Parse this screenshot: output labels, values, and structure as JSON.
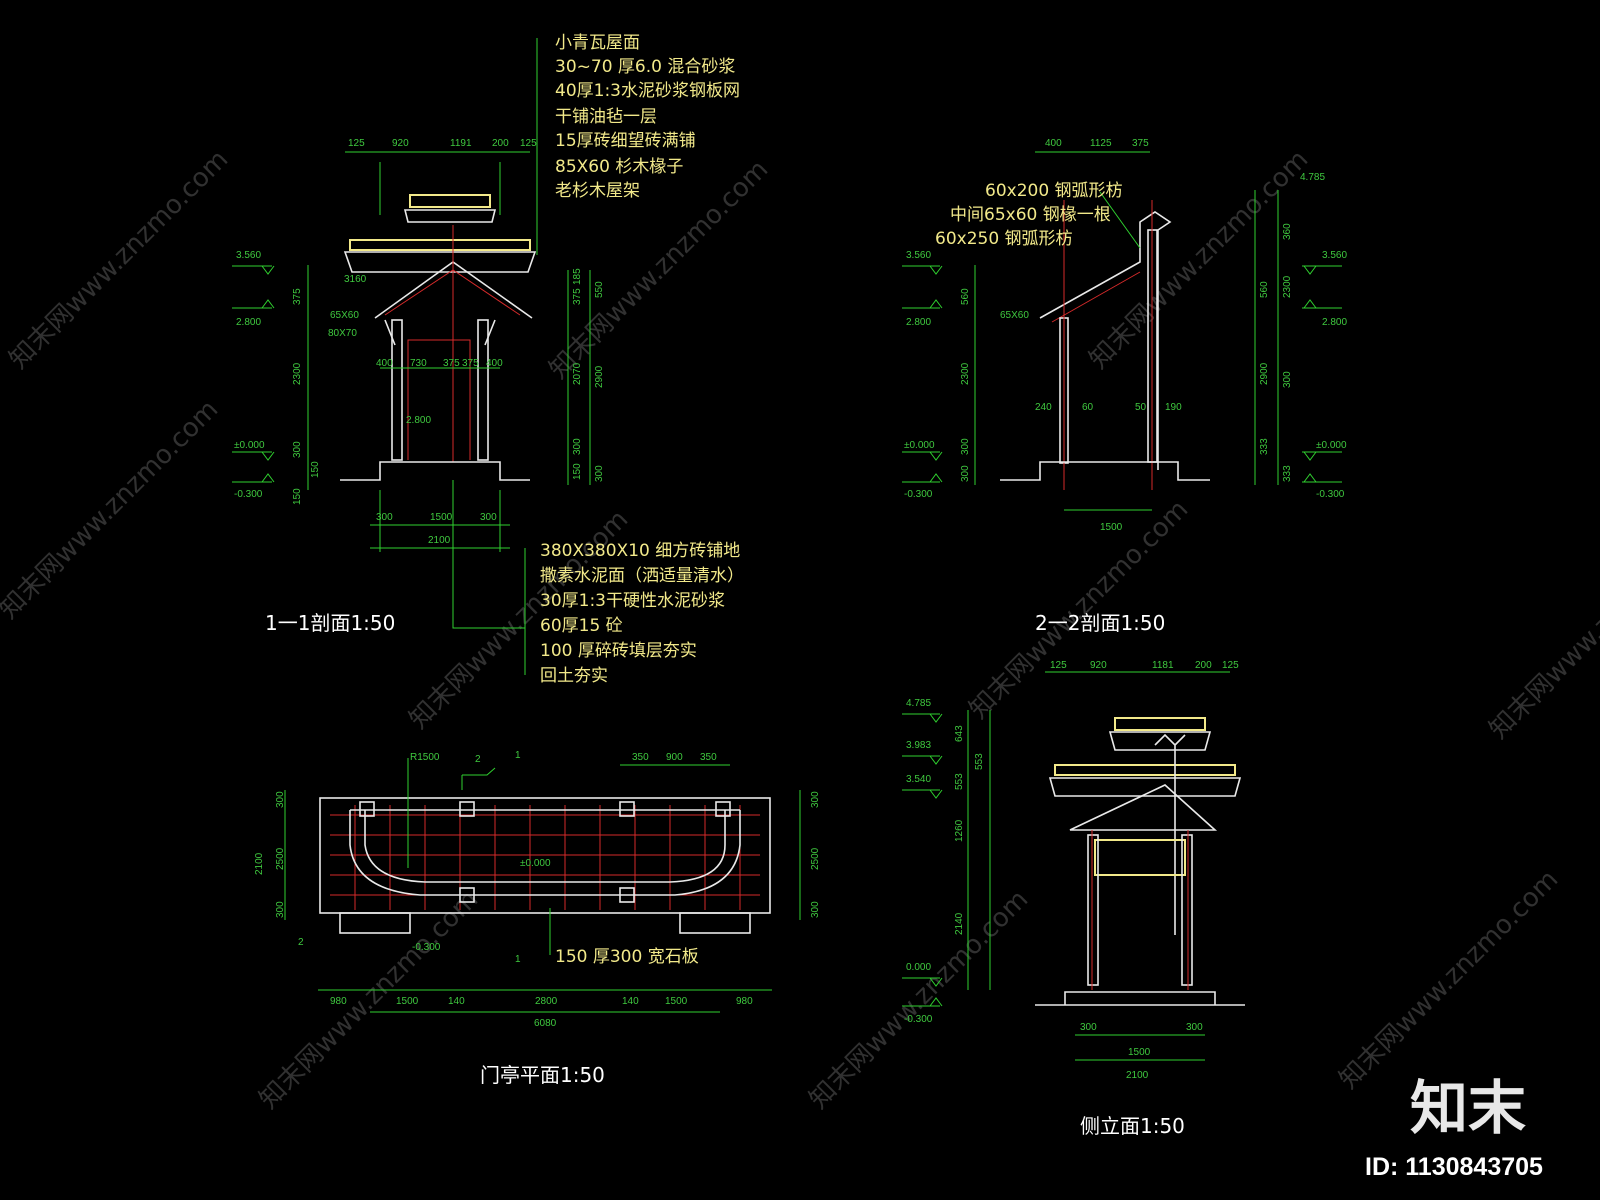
{
  "titles": {
    "sec11": "1一1剖面1:50",
    "sec22": "2一2剖面1:50",
    "plan": "门亭平面1:50",
    "side": "侧立面1:50"
  },
  "roof_notes": [
    "小青瓦屋面",
    "30~70 厚6.0 混合砂浆",
    "40厚1:3水泥砂浆钢板网",
    "干铺油毡一层",
    "15厚砖细望砖满铺",
    "85X60 杉木椽子",
    "老杉木屋架"
  ],
  "floor_notes": [
    "380X380X10  细方砖铺地",
    "撒素水泥面（洒适量清水）",
    "30厚1:3干硬性水泥砂浆",
    "60厚15 砼",
    "100 厚碎砖填层夯实",
    "回土夯实"
  ],
  "sec22_notes": [
    "60x200 钢弧形枋",
    "中间65x60 钢椽一根",
    "60x250 钢弧形枋"
  ],
  "plan_note": "150 厚300 宽石板",
  "elevations": {
    "top": "3.560",
    "mid": "2.800",
    "zero": "±0.000",
    "low": "-0.300",
    "h1": "4.785",
    "h2": "3.983",
    "h3": "3.540",
    "pz": "0.000"
  },
  "dims_11": {
    "top": [
      "125",
      "920",
      "1191",
      "200",
      "125"
    ],
    "w": [
      "400",
      "730",
      "375",
      "375",
      "400"
    ],
    "bot": [
      "300",
      "1500",
      "300"
    ],
    "total": "2100",
    "left": [
      "3160",
      "65X60",
      "80X70"
    ],
    "vl": [
      "375",
      "2300",
      "300",
      "150",
      "150"
    ],
    "vr": [
      "185",
      "375",
      "550",
      "2070",
      "2900",
      "300",
      "150",
      "300"
    ],
    "mid": "2.800"
  },
  "dims_22": {
    "top": [
      "400",
      "1125",
      "375"
    ],
    "bot": "1500",
    "mid": [
      "240",
      "60",
      "50",
      "190"
    ],
    "vl": [
      "560",
      "2300",
      "300",
      "300"
    ],
    "vr": [
      "360",
      "560",
      "2300",
      "2900",
      "300",
      "333",
      "333"
    ],
    "size": "65X60"
  },
  "dims_plan": {
    "r": "R1500",
    "top": [
      "350",
      "900",
      "350"
    ],
    "left": [
      "2100",
      "300",
      "2500",
      "300"
    ],
    "right": [
      "300",
      "2500",
      "300"
    ],
    "bot": [
      "980",
      "1500",
      "140",
      "2800",
      "140",
      "1500",
      "980"
    ],
    "total": "6080",
    "elev": "±0.000",
    "low": "-0.300",
    "marks": [
      "1",
      "2",
      "1",
      "2"
    ]
  },
  "dims_side": {
    "top": [
      "125",
      "920",
      "1181",
      "200",
      "125"
    ],
    "left": [
      "643",
      "553",
      "553",
      "1260",
      "2140"
    ],
    "bot": [
      "300",
      "1500",
      "300"
    ],
    "total": "2100"
  },
  "watermark": "知末网www.znzmo.com",
  "brand": "知末",
  "id_label": "ID: 1130843705"
}
